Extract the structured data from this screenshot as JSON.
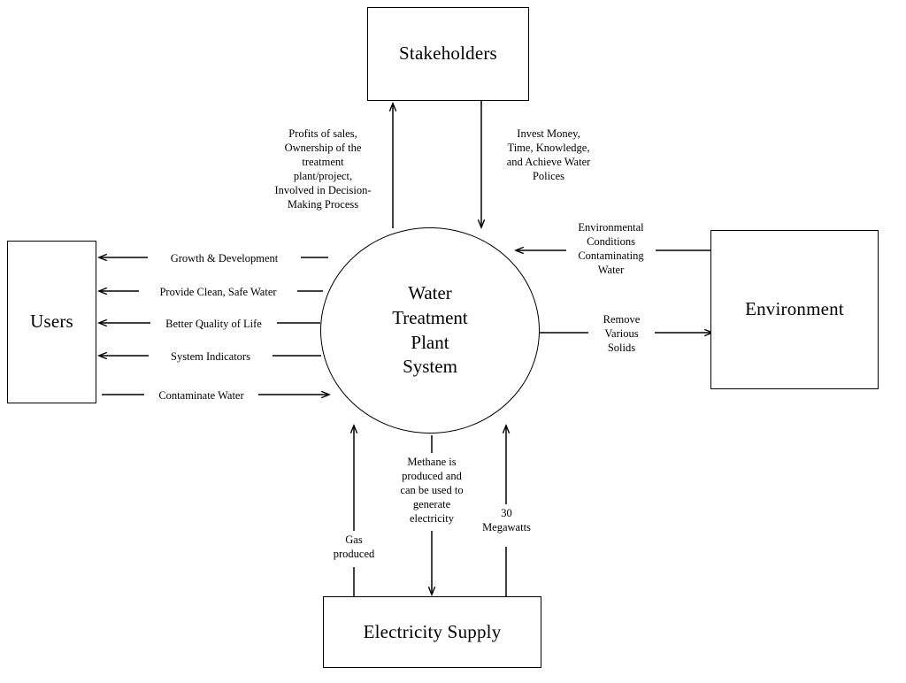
{
  "diagram": {
    "type": "context-diagram",
    "background_color": "#ffffff",
    "stroke_color": "#000000",
    "nodes": {
      "process": {
        "label": "Water\nTreatment\nPlant\nSystem",
        "shape": "circle"
      },
      "stakeholders": {
        "label": "Stakeholders",
        "shape": "rectangle"
      },
      "users": {
        "label": "Users",
        "shape": "rectangle"
      },
      "environment": {
        "label": "Environment",
        "shape": "rectangle"
      },
      "electricity": {
        "label": "Electricity Supply",
        "shape": "rectangle"
      }
    },
    "edges": {
      "profits_to_stakeholders": {
        "label": "Profits of sales,\nOwnership of the\ntreatment\nplant/project,\nInvolved in Decision-\nMaking Process",
        "from": "process",
        "to": "stakeholders",
        "direction": "up"
      },
      "invest_from_stakeholders": {
        "label": "Invest Money,\nTime, Knowledge,\nand Achieve Water\nPolices",
        "from": "stakeholders",
        "to": "process",
        "direction": "down"
      },
      "growth_development": {
        "label": "Growth & Development",
        "from": "process",
        "to": "users",
        "direction": "left"
      },
      "provide_clean_water": {
        "label": "Provide Clean, Safe Water",
        "from": "process",
        "to": "users",
        "direction": "left"
      },
      "better_quality_of_life": {
        "label": "Better Quality of Life",
        "from": "process",
        "to": "users",
        "direction": "left"
      },
      "system_indicators": {
        "label": "System Indicators",
        "from": "process",
        "to": "users",
        "direction": "left"
      },
      "contaminate_water": {
        "label": "Contaminate Water",
        "from": "users",
        "to": "process",
        "direction": "right"
      },
      "environmental_conditions": {
        "label": "Environmental\nConditions\nContaminating\nWater",
        "from": "environment",
        "to": "process",
        "direction": "left"
      },
      "remove_solids": {
        "label": "Remove\nVarious\nSolids",
        "from": "process",
        "to": "environment",
        "direction": "right"
      },
      "gas_produced": {
        "label": "Gas\nproduced",
        "from": "electricity",
        "to": "process",
        "direction": "up"
      },
      "methane_generate_electricity": {
        "label": "Methane is\nproduced and\ncan be used to\ngenerate\nelectricity",
        "from": "process",
        "to": "electricity",
        "direction": "down"
      },
      "megawatts": {
        "label": "30\nMegawatts",
        "from": "electricity",
        "to": "process",
        "direction": "up"
      }
    }
  }
}
